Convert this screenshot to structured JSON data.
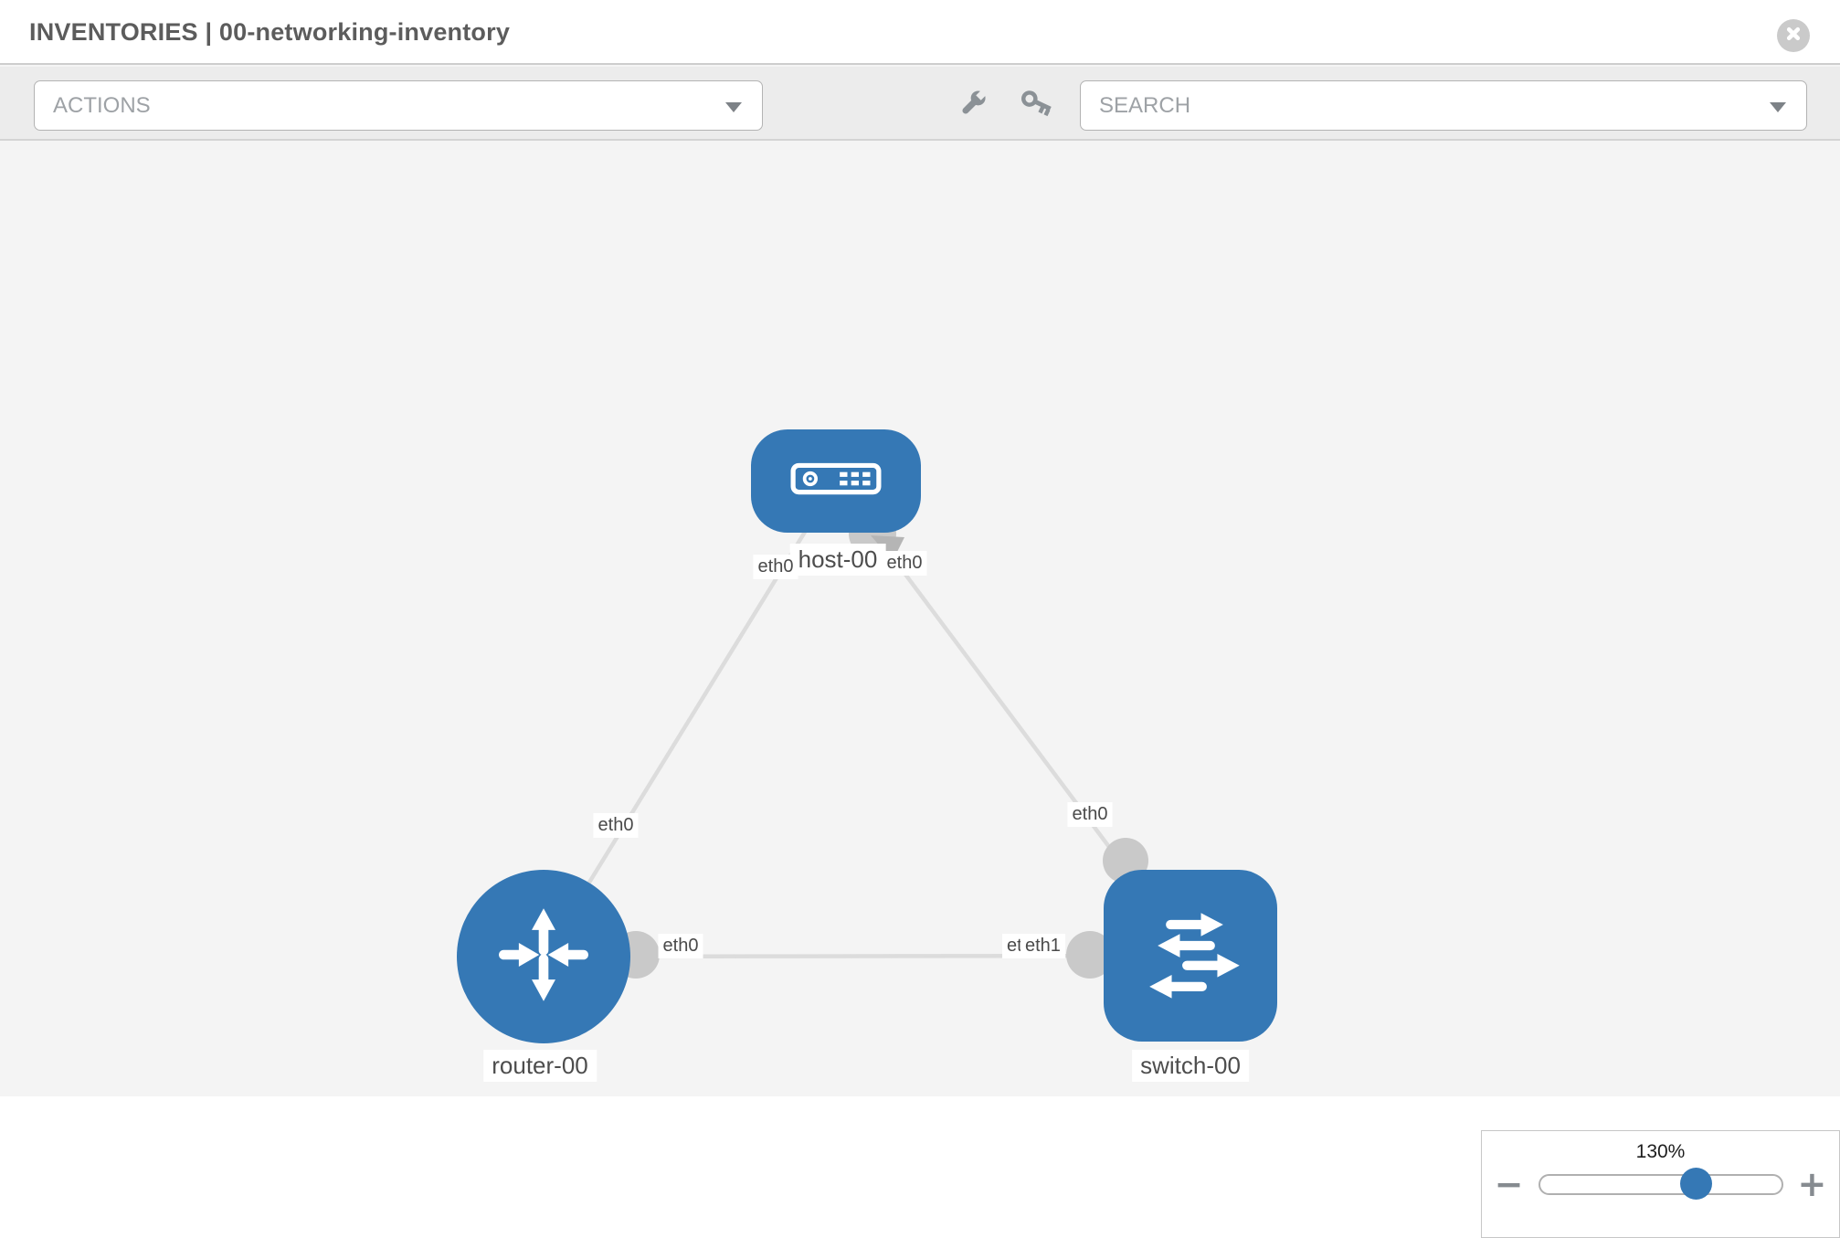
{
  "header": {
    "title": "INVENTORIES | 00-networking-inventory"
  },
  "toolbar": {
    "actions_placeholder": "ACTIONS",
    "search_placeholder": "SEARCH"
  },
  "topology": {
    "nodes": [
      {
        "label": "host-00",
        "type": "host"
      },
      {
        "label": "router-00",
        "type": "router"
      },
      {
        "label": "switch-00",
        "type": "switch"
      }
    ],
    "links": [
      {
        "from": "host-00",
        "to": "router-00",
        "from_interface": "eth0",
        "to_interface": "eth0"
      },
      {
        "from": "host-00",
        "to": "switch-00",
        "from_interface": "eth0",
        "to_interface": "eth0"
      },
      {
        "from": "router-00",
        "to": "switch-00",
        "from_interface": "eth0",
        "to_interface": "eth1",
        "overlapped_interface_label": "eth0"
      }
    ]
  },
  "zoom_control": {
    "level": "130%",
    "minus_label": "−",
    "plus_label": "+"
  },
  "colors": {
    "node_blue": "#3578b5",
    "link_gray": "#dcdcdc",
    "connector_gray": "#c9c9c9",
    "toolbar_gray": "#ececec",
    "canvas_gray": "#f4f4f4"
  }
}
